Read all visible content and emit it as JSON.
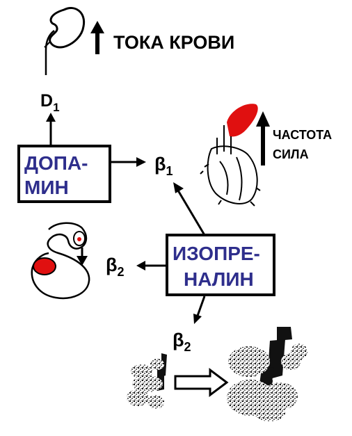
{
  "kidney": {
    "label": "ТОКА КРОВИ"
  },
  "receptors": {
    "d1": {
      "base": "D",
      "sub": "1"
    },
    "beta1": {
      "base": "β",
      "sub": "1"
    },
    "beta2_left": {
      "base": "β",
      "sub": "2"
    },
    "beta2_bottom": {
      "base": "β",
      "sub": "2"
    }
  },
  "dopamine_box": {
    "line1": "ДОПА-",
    "line2": "МИН"
  },
  "isoprenaline_box": {
    "line1": "ИЗОПРЕ-",
    "line2": "НАЛИН"
  },
  "heart_effects": {
    "line1": "ЧАСТОТА",
    "line2": "СИЛА"
  },
  "colors": {
    "box_text": "#2e2e8c",
    "accent_red": "#e01010",
    "ink": "#000000"
  }
}
